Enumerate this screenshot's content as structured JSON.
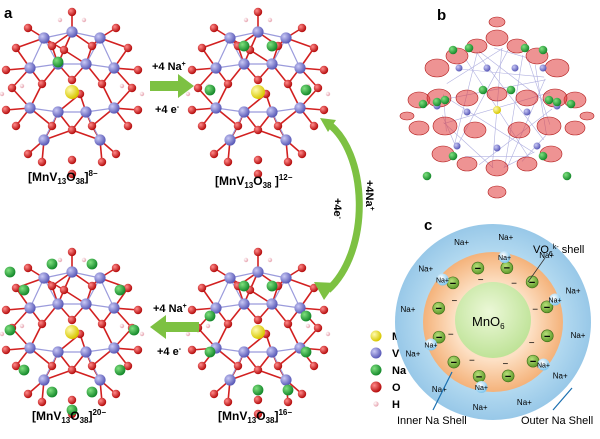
{
  "panels": {
    "a": "a",
    "b": "b",
    "c": "c"
  },
  "formulas": {
    "f1": {
      "base": "[MnV",
      "sub1": "13",
      "mid": "O",
      "sub2": "38",
      "close": "]",
      "sup": "8−"
    },
    "f2": {
      "base": "[MnV",
      "sub1": "13",
      "mid": "O",
      "sub2": "38",
      "close": " ]",
      "sup": "12−"
    },
    "f3": {
      "base": "[MnV",
      "sub1": "13",
      "mid": "O",
      "sub2": "38",
      "close": "]",
      "sup": "16−"
    },
    "f4": {
      "base": "[MnV",
      "sub1": "13",
      "mid": "O",
      "sub2": "38",
      "close": "]",
      "sup": "20−"
    }
  },
  "arrows": {
    "top": {
      "na": "+4 Na",
      "na_sup": "+",
      "e": "+4 e",
      "e_sup": "-"
    },
    "right": {
      "na": "+4Na",
      "na_sup": "+",
      "e": "+4e",
      "e_sup": "-"
    },
    "bottom": {
      "na": "+4 Na",
      "na_sup": "+",
      "e": "+4 e",
      "e_sup": "-"
    }
  },
  "legend": [
    {
      "label": "Mn",
      "color": "#f2e600"
    },
    {
      "label": "V",
      "color": "#7b7bd6"
    },
    {
      "label": "Na",
      "color": "#2fa84a"
    },
    {
      "label": "O",
      "color": "#e01818"
    },
    {
      "label": "H",
      "color": "#f0b8c0"
    }
  ],
  "shell": {
    "center": "MnO",
    "center_sub": "6",
    "vo_shell": "VO",
    "vo_sub": "6",
    "vo_sup": "k-",
    "vo_tail": " shell",
    "na_label": "Na",
    "na_sup": "+",
    "inner": "Inner Na Shell",
    "outer": "Outer Na Shell",
    "minus": "−"
  },
  "colors": {
    "arrow": "#7dc142",
    "bond": "#d22020",
    "v_atom": "#7b7bd6",
    "o_atom": "#e01818",
    "mn_atom": "#f2e600",
    "na_atom": "#2fa84a",
    "outer_shell": "#a9d3ec",
    "mid_shell": "#f7c8a0",
    "inner_core": "#d4efb0"
  }
}
